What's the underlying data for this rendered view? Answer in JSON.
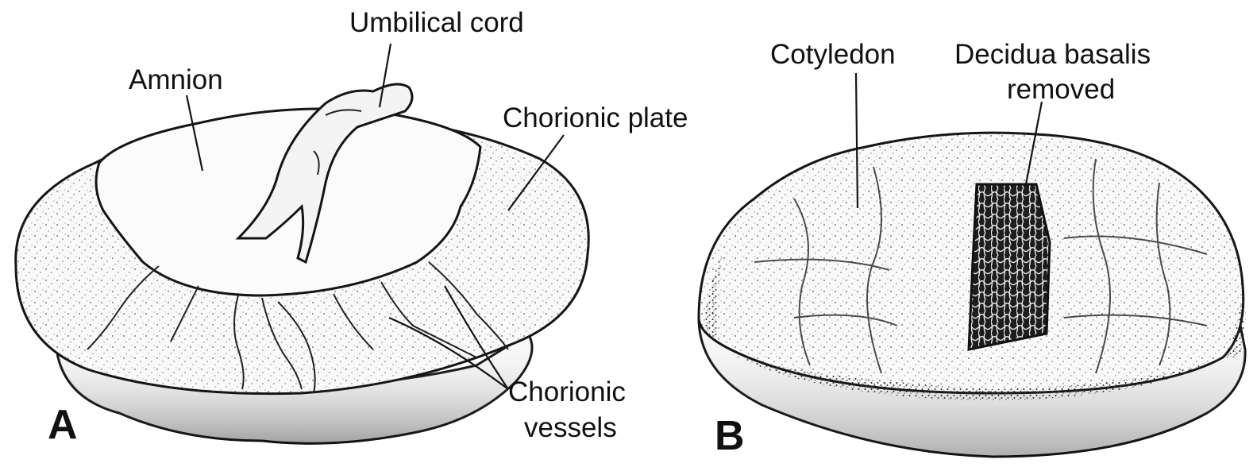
{
  "figure": {
    "panels": [
      {
        "letter": "A",
        "labels": {
          "umbilical_cord": "Umbilical cord",
          "amnion": "Amnion",
          "chorionic_plate": "Chorionic plate",
          "chorionic_vessels_line1": "Chorionic",
          "chorionic_vessels_line2": "vessels"
        }
      },
      {
        "letter": "B",
        "labels": {
          "cotyledon": "Cotyledon",
          "decidua_line1": "Decidua basalis",
          "decidua_line2": "removed"
        }
      }
    ],
    "colors": {
      "ink": "#151515",
      "paper": "#ffffff",
      "stipple": "#333333",
      "exposed_tissue": "#2a2a2a"
    }
  }
}
